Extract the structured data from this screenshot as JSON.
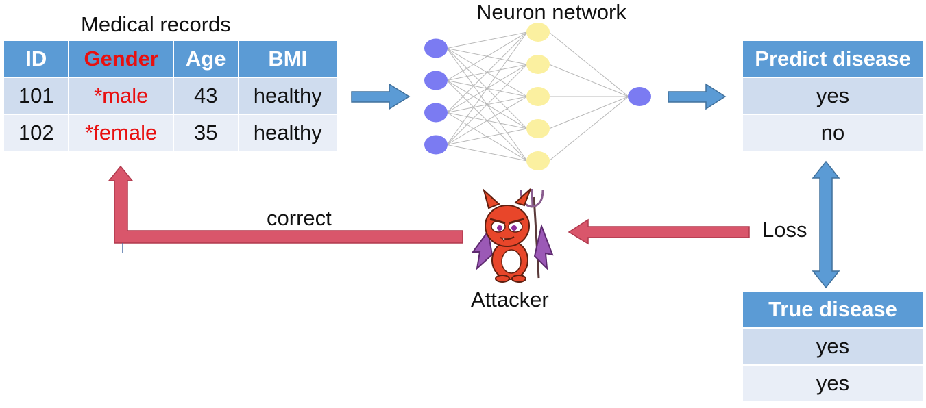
{
  "records": {
    "title": "Medical records",
    "headers": [
      "ID",
      "Gender",
      "Age",
      "BMI"
    ],
    "rows": [
      [
        "101",
        "*male",
        "43",
        "healthy"
      ],
      [
        "102",
        "*female",
        "35",
        "healthy"
      ]
    ]
  },
  "network": {
    "title": "Neuron network",
    "layers": [
      4,
      5,
      1
    ]
  },
  "predict": {
    "header": "Predict disease",
    "rows": [
      "yes",
      "no"
    ]
  },
  "truth": {
    "header": "True disease",
    "rows": [
      "yes",
      "yes"
    ]
  },
  "labels": {
    "loss": "Loss",
    "attacker": "Attacker",
    "correct": "correct"
  },
  "colors": {
    "header_blue": "#5b9bd5",
    "row_dark": "#cfdcee",
    "row_light": "#e9eef7",
    "arrow_blue": "#5b9bd5",
    "arrow_red": "#d9566b",
    "highlight_red": "#e81010",
    "input_node": "#7b7bf2",
    "hidden_node": "#fbf0a0",
    "output_node": "#7b7bf2"
  }
}
